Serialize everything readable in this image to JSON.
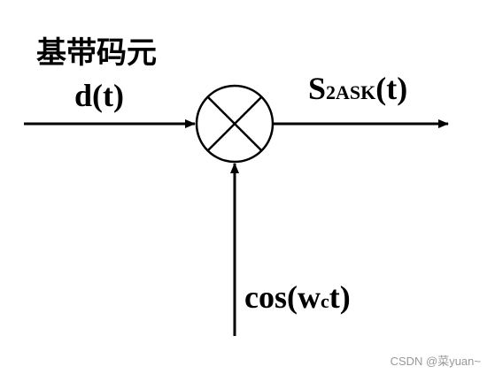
{
  "input": {
    "title": "基带码元",
    "signal": "d(t)"
  },
  "output": {
    "main": "S",
    "subscript": "2ASK",
    "suffix": "(t)"
  },
  "carrier": {
    "prefix": "cos(w",
    "subscript": "c",
    "suffix": "t)"
  },
  "watermark": "CSDN @菜yuan~"
}
